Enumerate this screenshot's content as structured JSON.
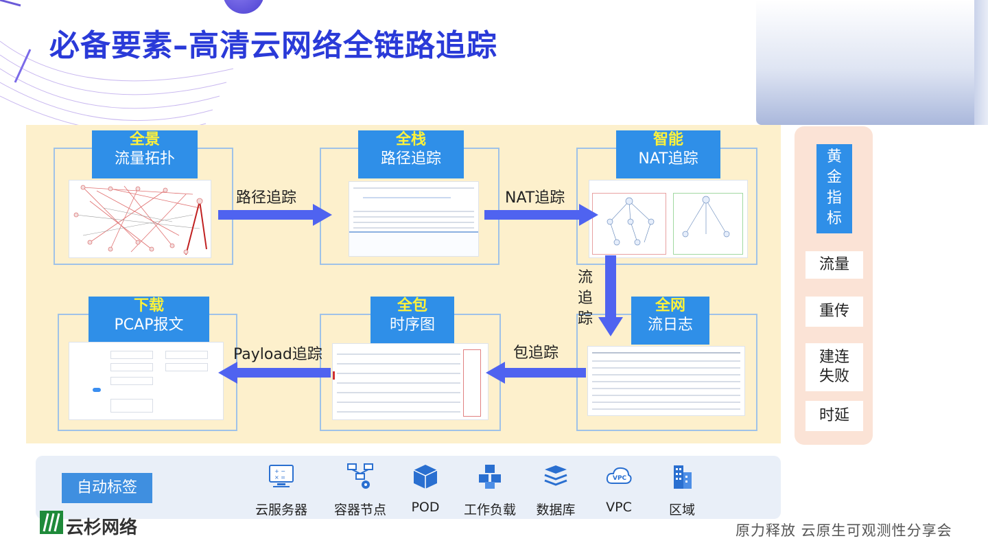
{
  "title": "必备要素–高清云网络全链路追踪",
  "cards": [
    {
      "highlight": "全景",
      "subtitle": "流量拓扑"
    },
    {
      "highlight": "全栈",
      "subtitle": "路径追踪"
    },
    {
      "highlight": "智能",
      "subtitle": "NAT追踪"
    },
    {
      "highlight": "全网",
      "subtitle": "流日志"
    },
    {
      "highlight": "全包",
      "subtitle": "时序图"
    },
    {
      "highlight": "下载",
      "subtitle": "PCAP报文"
    }
  ],
  "flows": {
    "path_trace": "路径追踪",
    "nat_trace": "NAT追踪",
    "flow_trace": "流\n追\n踪",
    "packet_trace": "包追踪",
    "payload_trace": "Payload追踪"
  },
  "golden_metrics": {
    "title": "黄\n金\n指\n标",
    "items": [
      "流量",
      "重传",
      "建连\n失败",
      "时延"
    ]
  },
  "auto_tag": {
    "label": "自动标签",
    "items": [
      {
        "label": "云服务器",
        "icon": "cloud-server-icon"
      },
      {
        "label": "容器节点",
        "icon": "container-node-icon"
      },
      {
        "label": "POD",
        "icon": "pod-icon"
      },
      {
        "label": "工作负载",
        "icon": "workload-icon"
      },
      {
        "label": "数据库",
        "icon": "database-icon"
      },
      {
        "label": "VPC",
        "icon": "vpc-icon"
      },
      {
        "label": "区域",
        "icon": "region-icon"
      }
    ]
  },
  "logo_text": "云杉网络",
  "footer": "原力释放  云原生可观测性分享会",
  "colors": {
    "accent": "#2f8fe8",
    "arrow": "#4f63f0",
    "highlight": "#fff23a",
    "title": "#2a3ad8"
  }
}
